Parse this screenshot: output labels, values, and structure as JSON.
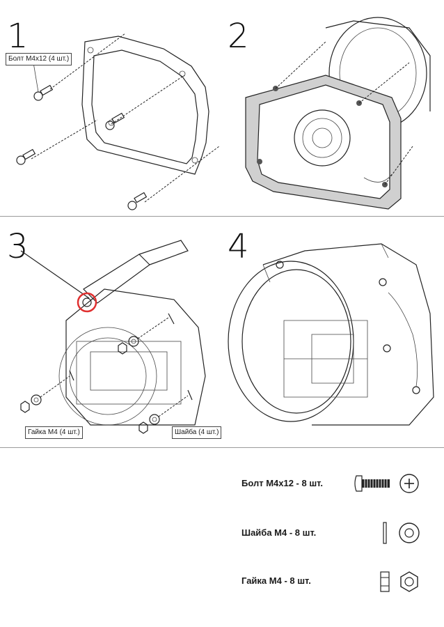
{
  "steps": [
    {
      "number": "1",
      "callouts": [
        "Болт М4х12 (4 шт.)"
      ]
    },
    {
      "number": "2",
      "callouts": []
    },
    {
      "number": "3",
      "callouts": [
        "Гайка М4 (4 шт.)",
        "Шайба (4 шт.)"
      ]
    },
    {
      "number": "4",
      "callouts": []
    }
  ],
  "parts": [
    {
      "label": "Болт М4х12 - 8 шт.",
      "icon": "bolt-icon"
    },
    {
      "label": "Шайба М4 - 8 шт.",
      "icon": "washer-icon"
    },
    {
      "label": "Гайка М4 - 8 шт.",
      "icon": "nut-icon"
    }
  ],
  "colors": {
    "highlight": "#e03030",
    "frame_fill": "#d0d0d0",
    "line": "#222222"
  }
}
